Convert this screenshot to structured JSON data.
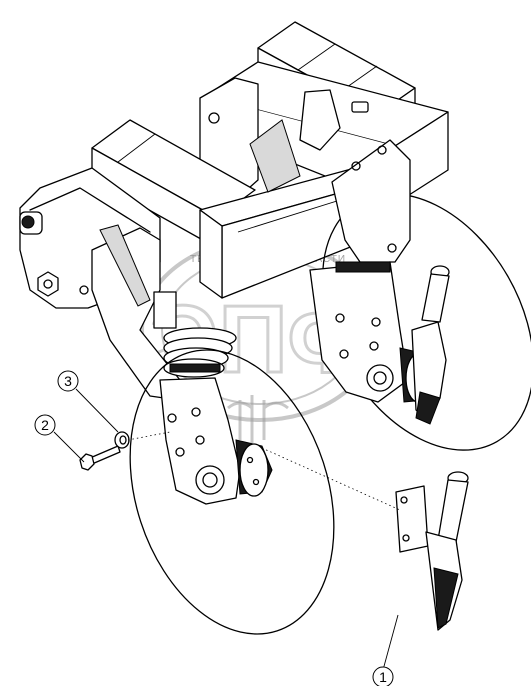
{
  "callouts": [
    {
      "label": "1",
      "part": "seed tube assembly"
    },
    {
      "label": "2",
      "part": "bolt"
    },
    {
      "label": "3",
      "part": "washer"
    }
  ],
  "watermark": {
    "logo_letters": "ЭПФ",
    "text_left": "ТЕХНИКА",
    "text_right": "ЗАПЧАСТИ"
  }
}
